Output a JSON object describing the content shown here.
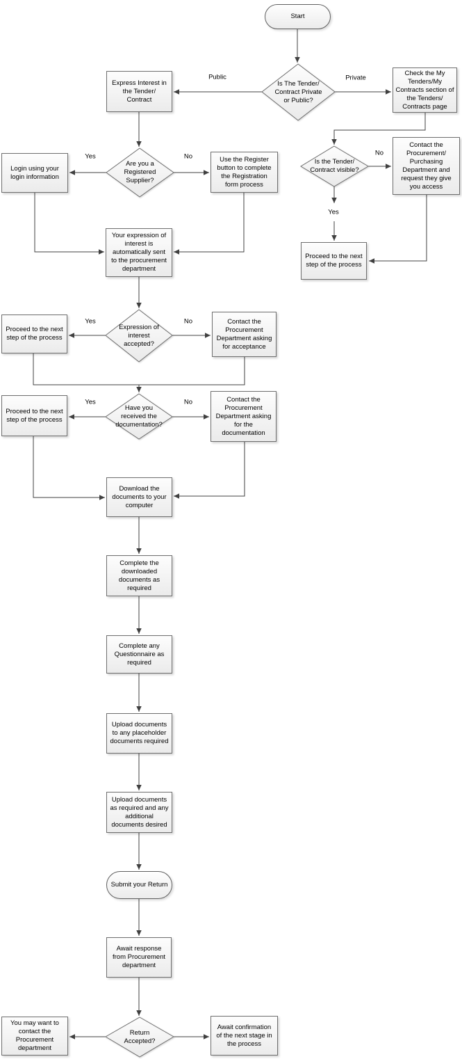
{
  "nodes": {
    "start": "Start",
    "d_private_public": "Is The Tender/\nContract Private\nor Public?",
    "express_interest": "Express Interest in\nthe Tender/\nContract",
    "check_my_tenders": "Check the My\nTenders/My\nContracts section of\nthe Tenders/\nContracts page",
    "d_registered": "Are you a\nRegistered\nSupplier?",
    "login": "Login using your\nlogin information",
    "register": "Use the Register\nbutton to complete\nthe Registration\nform process",
    "expression_sent": "Your expression of\ninterest is\nautomatically sent\nto the procurement\ndepartment",
    "d_visible": "Is the Tender/\nContract visible?",
    "contact_access": "Contact the\nProcurement/\nPurchasing\nDepartment and\nrequest they give\nyou access",
    "proceed_visible": "Proceed to the next\nstep of the process",
    "d_accepted": "Expression of\ninterest\naccepted?",
    "proceed_accepted": "Proceed to the next\nstep of the process",
    "contact_acceptance": "Contact the\nProcurement\nDepartment asking\nfor acceptance",
    "d_received_docs": "Have you\nreceived the\ndocumentation?",
    "proceed_docs": "Proceed to the next\nstep of the process",
    "contact_documentation": "Contact the\nProcurement\nDepartment asking\nfor the\ndocumentation",
    "download_docs": "Download the\ndocuments to your\ncomputer",
    "complete_downloaded": "Complete the\ndownloaded\ndocuments as\nrequired",
    "complete_questionnaire": "Complete any\nQuestionnaire as\nrequired",
    "upload_placeholder": "Upload documents\nto any placeholder\ndocuments required",
    "upload_additional": "Upload documents\nas required and any\nadditional\ndocuments desired",
    "submit_return": "Submit your Return",
    "await_response": "Await response\nfrom Procurement\ndepartment",
    "d_return_accepted": "Return\nAccepted?",
    "contact_may_want": "You may want to\ncontact the\nProcurement\ndepartment",
    "await_confirmation": "Await confirmation\nof the next stage in\nthe process"
  },
  "edges": {
    "public": "Public",
    "private": "Private",
    "registered_yes": "Yes",
    "registered_no": "No",
    "visible_no": "No",
    "visible_yes": "Yes",
    "accepted_yes": "Yes",
    "accepted_no": "No",
    "received_yes": "Yes",
    "received_no": "No"
  },
  "colors": {
    "line": "#404040",
    "shape_border": "#6e6e6e",
    "shape_fill_top": "#fdfdfd",
    "shape_fill_bottom": "#ebebeb",
    "background": "#ffffff",
    "text": "#000000"
  }
}
